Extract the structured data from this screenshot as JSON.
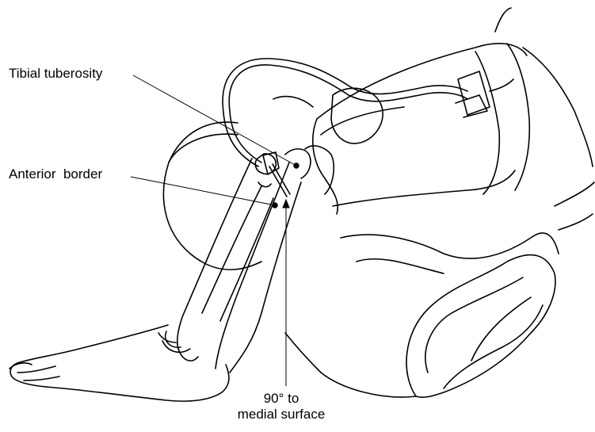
{
  "labels": {
    "tibial_tuberosity": "Tibial tuberosity",
    "anterior_border": "Anterior  border",
    "angle_line1": "90° to",
    "angle_line2": "medial surface"
  },
  "colors": {
    "ink": "#000000",
    "paper": "#ffffff"
  }
}
